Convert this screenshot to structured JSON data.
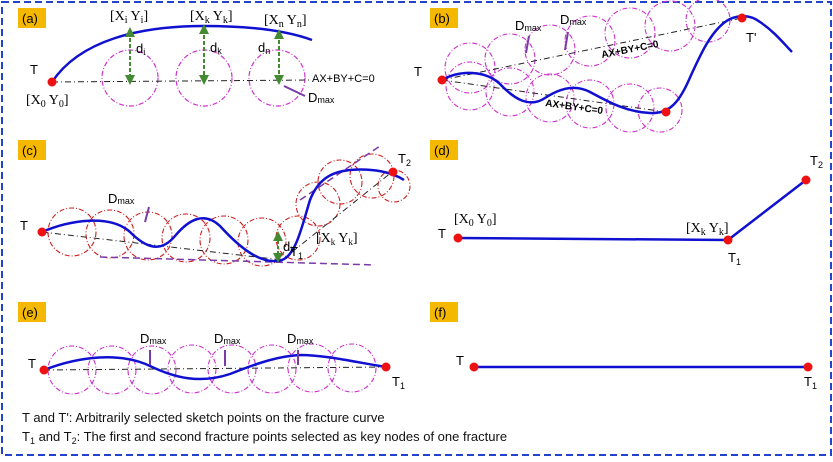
{
  "colors": {
    "curve": "#1010d0",
    "circle": "#cc33cc",
    "circle_c": "#cc2222",
    "arrow": "#448a33",
    "dmax_bar": "#7a3aa8",
    "point": "#ee1111",
    "tag_bg": "#f5b800",
    "frame": "#2244cc",
    "tangent": "#7a3aa8"
  },
  "panels": {
    "a": {
      "tag": "(a)",
      "T": "T",
      "X0": "[X",
      "X0_sub": "0",
      "Y0": " Y",
      "Y0_sub": "0",
      "close": "]",
      "Xi": "[X",
      "Xi_sub": "i",
      "Yi": " Y",
      "Yi_sub": "i",
      "Xk": "[X",
      "Xk_sub": "k",
      "Yk": " Y",
      "Yk_sub": "k",
      "Xn": "[X",
      "Xn_sub": "n",
      "Yn": " Y",
      "Yn_sub": "n",
      "di": "d",
      "di_sub": "i",
      "dk": "d",
      "dk_sub": "k",
      "dn": "d",
      "dn_sub": "n",
      "line_eq": "AX+BY+C=0",
      "dmax": "D",
      "dmax_sub": "max"
    },
    "b": {
      "tag": "(b)",
      "T": "T",
      "Tprime": "T'",
      "dmax1": "D",
      "dmax1_sub": "max",
      "dmax2": "D",
      "dmax2_sub": "max",
      "eq_upper": "AX+BY+C=0",
      "eq_lower": "AX+BY+C=0"
    },
    "c": {
      "tag": "(c)",
      "T": "T",
      "T1": "T",
      "T1_sub": "1",
      "T2": "T",
      "T2_sub": "2",
      "dmax": "D",
      "dmax_sub": "max",
      "dk": "d",
      "dk_sub": "k",
      "Xk": "[X",
      "Xk_sub": "k",
      "Yk": " Y",
      "Yk_sub": "k",
      "close": "]"
    },
    "d": {
      "tag": "(d)",
      "T": "T",
      "T1": "T",
      "T1_sub": "1",
      "T2": "T",
      "T2_sub": "2",
      "X0": "[X",
      "X0_sub": "0",
      "Y0": " Y",
      "Y0_sub": "0",
      "Xk": "[X",
      "Xk_sub": "k",
      "Yk": " Y",
      "Yk_sub": "k",
      "close": "]"
    },
    "e": {
      "tag": "(e)",
      "T": "T",
      "T1": "T",
      "T1_sub": "1",
      "dmax1": "D",
      "dmax1_sub": "max",
      "dmax2": "D",
      "dmax2_sub": "max",
      "dmax3": "D",
      "dmax3_sub": "max"
    },
    "f": {
      "tag": "(f)",
      "T": "T",
      "T1": "T",
      "T1_sub": "1"
    }
  },
  "legend": {
    "line1": "T and T':   Arbitrarily selected sketch points on the fracture curve",
    "line2_a": "T",
    "line2_sub1": "1",
    "line2_b": " and T",
    "line2_sub2": "2",
    "line2_c": ": The first and second fracture points selected as key nodes of one fracture"
  }
}
